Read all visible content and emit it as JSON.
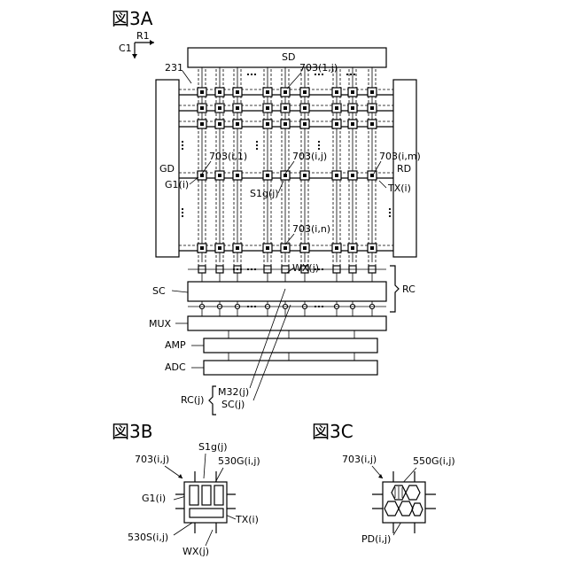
{
  "figures": {
    "a": {
      "title": "図3A",
      "direction": {
        "r1": "R1",
        "c1": "C1"
      },
      "labels": {
        "ref_231": "231",
        "sd": "SD",
        "gd": "GD",
        "rd": "RD",
        "p_1j": "703(1,j)",
        "p_i1": "703(i,1)",
        "p_ij_top": "703(i,j)",
        "p_im": "703(i,m)",
        "p_in": "703(i,n)",
        "g1": "G1(i)",
        "tx": "TX(i)",
        "s1g": "S1g(j)",
        "wx": "WX(j)",
        "rc": "RC",
        "sc": "SC",
        "mux": "MUX",
        "amp": "AMP",
        "adc": "ADC",
        "rcj": "RC(j)",
        "m32": "M32(j)",
        "scj": "SC(j)"
      }
    },
    "b": {
      "title": "図3B",
      "labels": {
        "p_ij": "703(i,j)",
        "s1g": "S1g(j)",
        "g530": "530G(i,j)",
        "g1": "G1(i)",
        "tx": "TX(i)",
        "s530": "530S(i,j)",
        "wx": "WX(j)"
      }
    },
    "c": {
      "title": "図3C",
      "labels": {
        "p_ij": "703(i,j)",
        "g550": "550G(i,j)",
        "pd": "PD(i,j)"
      }
    }
  }
}
